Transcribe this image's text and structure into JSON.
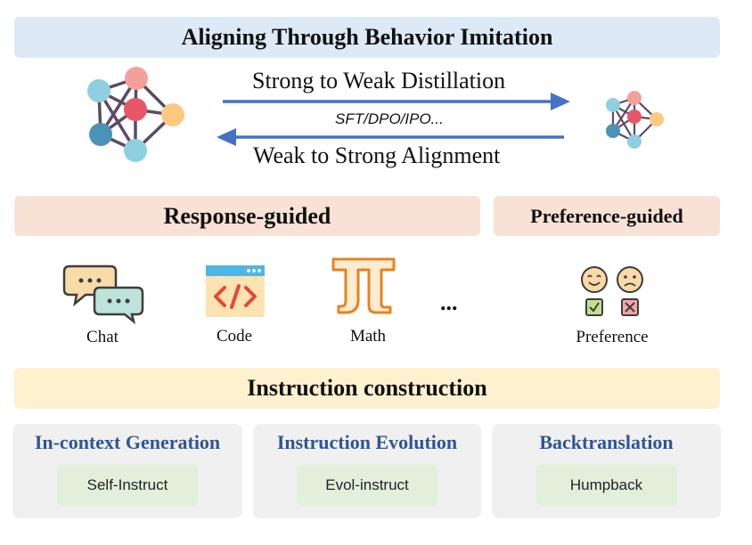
{
  "title": "Aligning Through Behavior Imitation",
  "arrows": {
    "strong_to_weak": "Strong to Weak Distillation",
    "methods": "SFT/DPO/IPO...",
    "weak_to_strong": "Weak to Strong Alignment"
  },
  "sections": {
    "response_guided": "Response-guided",
    "preference_guided": "Preference-guided",
    "instruction_construction": "Instruction construction"
  },
  "categories": {
    "chat": "Chat",
    "code": "Code",
    "math": "Math",
    "ellipsis": "...",
    "preference": "Preference"
  },
  "cards": [
    {
      "title": "In-context Generation",
      "method": "Self-Instruct"
    },
    {
      "title": "Instruction Evolution",
      "method": "Evol-instruct"
    },
    {
      "title": "Backtranslation",
      "method": "Humpback"
    }
  ],
  "colors": {
    "arrow": "#4472c4",
    "node_blue": "#8ecfe0",
    "node_pink": "#f4a09a",
    "node_red": "#e8566a",
    "node_yellow": "#fdc980",
    "node_dark": "#4a93b8",
    "edge": "#5b4b63",
    "card_title": "#2f5597"
  },
  "icons": [
    "neural-net-large-icon",
    "neural-net-small-icon",
    "chat-bubbles-icon",
    "code-window-icon",
    "pi-icon",
    "preference-faces-icon"
  ]
}
